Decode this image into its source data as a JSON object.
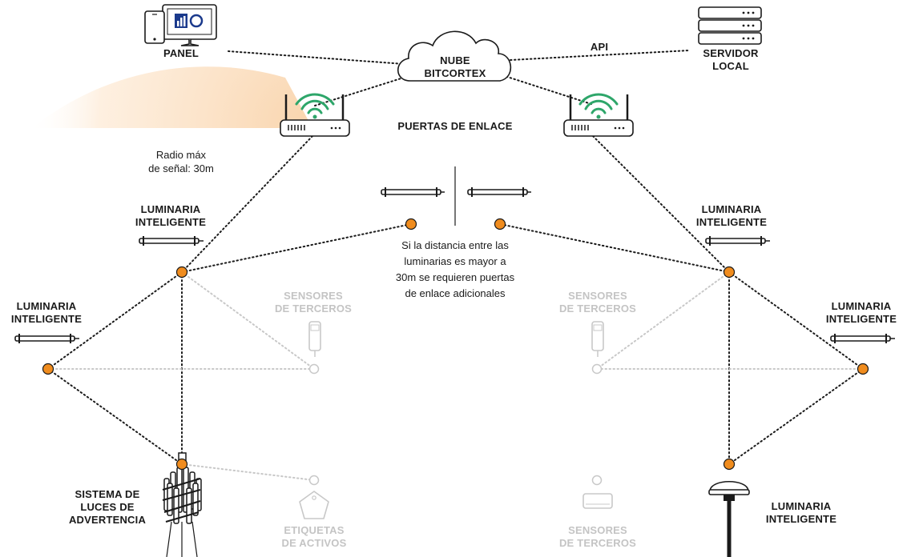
{
  "labels": {
    "panel": "PANEL",
    "cloud_1": "NUBE",
    "cloud_2": "BITCORTEX",
    "api": "API",
    "server_1": "SERVIDOR",
    "server_2": "LOCAL",
    "gateways": "PUERTAS DE ENLACE",
    "radius_1": "Radio máx",
    "radius_2": "de señal: 30m",
    "note_1": "Si la distancia entre las",
    "note_2": "luminarias es mayor a",
    "note_3": "30m se requieren puertas",
    "note_4": "de enlace adicionales",
    "luminaria_1": "LUMINARIA",
    "luminaria_2": "INTELIGENTE",
    "sensors_1": "SENSORES",
    "sensors_2": "DE TERCEROS",
    "warning_1": "SISTEMA DE",
    "warning_2": "LUCES DE",
    "warning_3": "ADVERTENCIA",
    "tags_1": "ETIQUETAS",
    "tags_2": "DE ACTIVOS"
  },
  "colors": {
    "node": "#f08c1e",
    "wifi": "#2ea66a",
    "signal_area": "#fbe3c8",
    "inactive": "#c4c4c4",
    "monitor_logo": "#1b3a8c"
  }
}
